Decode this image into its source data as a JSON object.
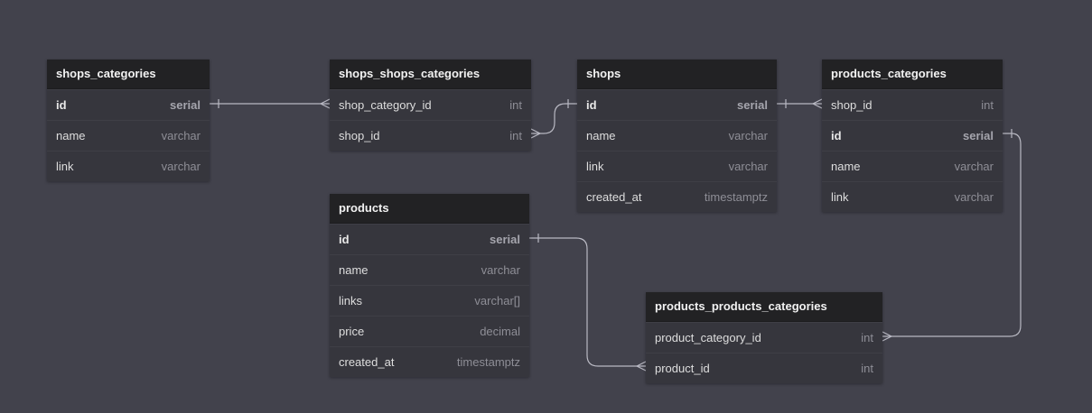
{
  "tables": {
    "shops_categories": {
      "title": "shops_categories",
      "columns": [
        {
          "name": "id",
          "type": "serial"
        },
        {
          "name": "name",
          "type": "varchar"
        },
        {
          "name": "link",
          "type": "varchar"
        }
      ]
    },
    "shops_shops_categories": {
      "title": "shops_shops_categories",
      "columns": [
        {
          "name": "shop_category_id",
          "type": "int"
        },
        {
          "name": "shop_id",
          "type": "int"
        }
      ]
    },
    "shops": {
      "title": "shops",
      "columns": [
        {
          "name": "id",
          "type": "serial"
        },
        {
          "name": "name",
          "type": "varchar"
        },
        {
          "name": "link",
          "type": "varchar"
        },
        {
          "name": "created_at",
          "type": "timestamptz"
        }
      ]
    },
    "products_categories": {
      "title": "products_categories",
      "columns": [
        {
          "name": "shop_id",
          "type": "int"
        },
        {
          "name": "id",
          "type": "serial"
        },
        {
          "name": "name",
          "type": "varchar"
        },
        {
          "name": "link",
          "type": "varchar"
        }
      ]
    },
    "products": {
      "title": "products",
      "columns": [
        {
          "name": "id",
          "type": "serial"
        },
        {
          "name": "name",
          "type": "varchar"
        },
        {
          "name": "links",
          "type": "varchar[]"
        },
        {
          "name": "price",
          "type": "decimal"
        },
        {
          "name": "created_at",
          "type": "timestamptz"
        }
      ]
    },
    "products_products_categories": {
      "title": "products_products_categories",
      "columns": [
        {
          "name": "product_category_id",
          "type": "int"
        },
        {
          "name": "product_id",
          "type": "int"
        }
      ]
    }
  },
  "theme": {
    "canvas_bg": "#42424c",
    "table_header_bg": "#222224",
    "table_body_bg": "#36363d",
    "connector_color": "#b9b9c3"
  }
}
